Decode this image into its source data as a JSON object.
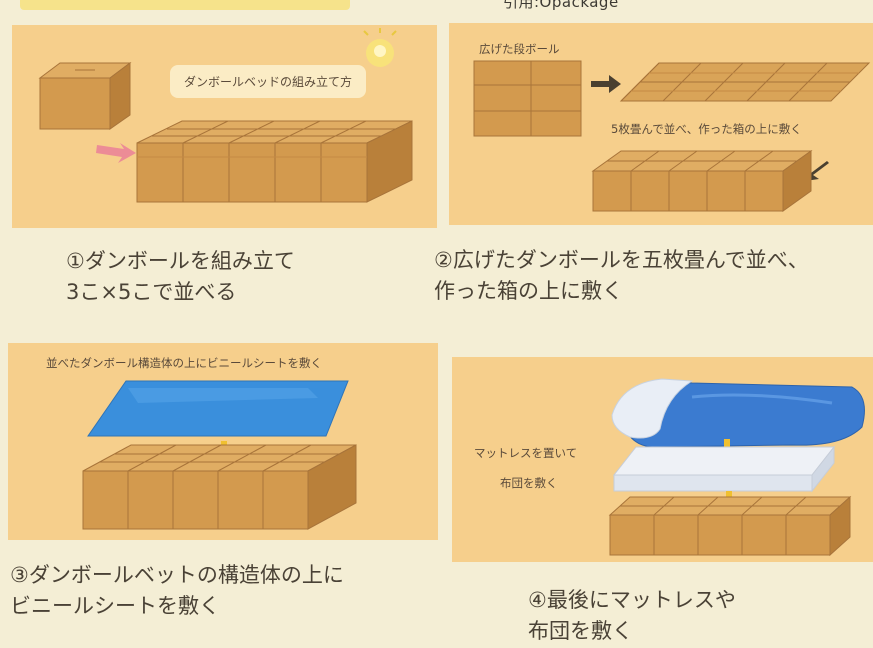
{
  "source": "引用:Opackage",
  "panel1": {
    "bubble": "ダンボールベッドの組み立て方",
    "caption_line1": "①ダンボールを組み立て",
    "caption_line2": "3こ×5こで並べる"
  },
  "panel2": {
    "label_flat": "広げた段ボール",
    "label_stack": "5枚畳んで並べ、作った箱の上に敷く",
    "caption_line1": "②広げたダンボールを五枚畳んで並べ、",
    "caption_line2": "作った箱の上に敷く"
  },
  "panel3": {
    "label_top": "並べたダンボール構造体の上にビニールシートを敷く",
    "caption_line1": "③ダンボールベットの構造体の上に",
    "caption_line2": "ビニールシートを敷く"
  },
  "panel4": {
    "label_line1": "マットレスを置いて",
    "label_line2": "布団を敷く",
    "caption_line1": "④最後にマットレスや",
    "caption_line2": "布団を敷く"
  },
  "colors": {
    "page_bg": "#f4eed5",
    "panel_bg": "#f6cf8c",
    "cardboard": "#d39a4e",
    "cardboard_dark": "#b9803a",
    "cardboard_top": "#e0ad63",
    "sheet_blue": "#3a8fdc",
    "futon_blue": "#3b7bd0",
    "arrow_pink": "#ec8c96",
    "arrow_dark": "#4a4030"
  },
  "icons": [
    "lightbulb-icon",
    "arrow-right-icon",
    "arrow-down-left-icon",
    "arrow-down-icon"
  ]
}
